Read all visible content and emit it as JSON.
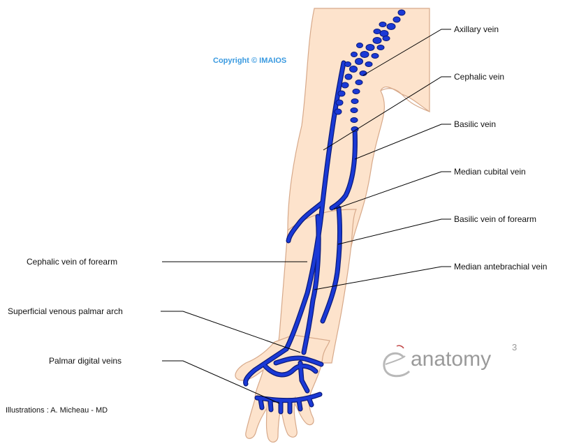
{
  "copyright": "Copyright © IMAIOS",
  "credit": "Illustrations : A. Micheau - MD",
  "brand": {
    "word": "anatomy",
    "superscript": "3",
    "logo_letter": "e"
  },
  "labels": {
    "axillary_vein": "Axillary vein",
    "cephalic_vein": "Cephalic vein",
    "basilic_vein": "Basilic vein",
    "median_cubital_vein": "Median cubital vein",
    "basilic_vein_of_forearm": "Basilic vein of forearm",
    "median_antebrachial_vein": "Median antebrachial vein",
    "cephalic_vein_of_forearm": "Cephalic vein of forearm",
    "superficial_venous_palmar_arch": "Superficial venous palmar arch",
    "palmar_digital_veins": "Palmar digital veins"
  },
  "colors": {
    "skin": "#fde3cc",
    "skin_outline": "#d7a98a",
    "vein": "#1a39d6",
    "vein_outline": "#0a1a7a",
    "leader": "#000000",
    "copyright": "#3a9ae0"
  }
}
